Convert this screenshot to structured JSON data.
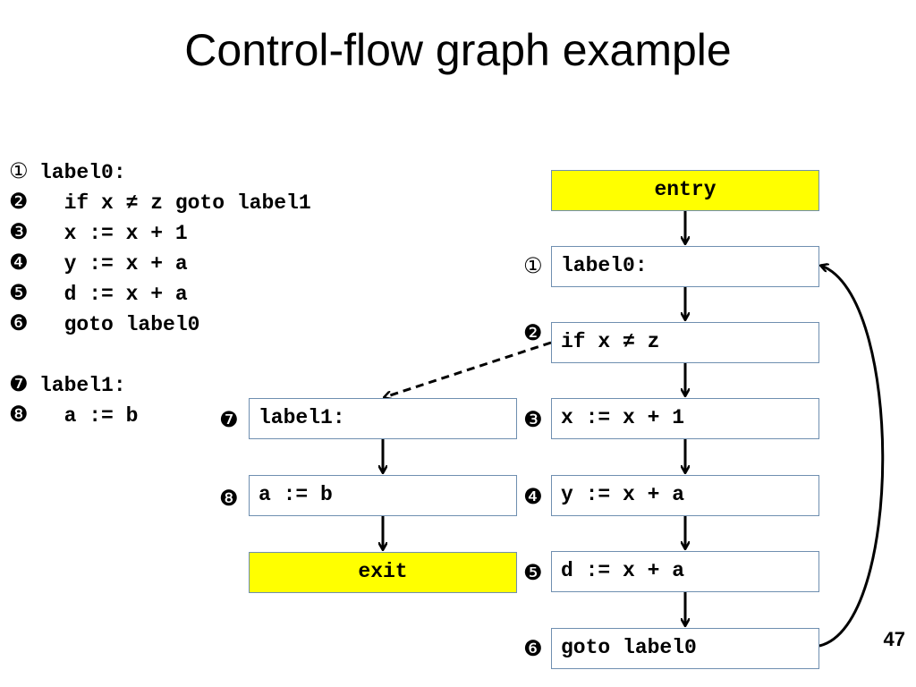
{
  "title": "Control-flow graph example",
  "page_number": "47",
  "code": [
    {
      "num": "①",
      "text": "label0:"
    },
    {
      "num": "❷",
      "text": "  if x ≠ z goto label1"
    },
    {
      "num": "❸",
      "text": "  x := x + 1"
    },
    {
      "num": "❹",
      "text": "  y := x + a"
    },
    {
      "num": "❺",
      "text": "  d := x + a"
    },
    {
      "num": "❻",
      "text": "  goto label0"
    },
    {
      "num": "❼",
      "text": "label1:"
    },
    {
      "num": "❽",
      "text": "  a := b"
    }
  ],
  "graph": {
    "entry": "entry",
    "exit": "exit",
    "nodes": [
      {
        "num": "①",
        "text": "label0:"
      },
      {
        "num": "❷",
        "text": "if x ≠ z"
      },
      {
        "num": "❸",
        "text": "x := x + 1"
      },
      {
        "num": "❹",
        "text": "y := x + a"
      },
      {
        "num": "❺",
        "text": "d := x + a"
      },
      {
        "num": "❻",
        "text": "goto label0"
      },
      {
        "num": "❼",
        "text": "label1:"
      },
      {
        "num": "❽",
        "text": "a := b"
      }
    ]
  }
}
